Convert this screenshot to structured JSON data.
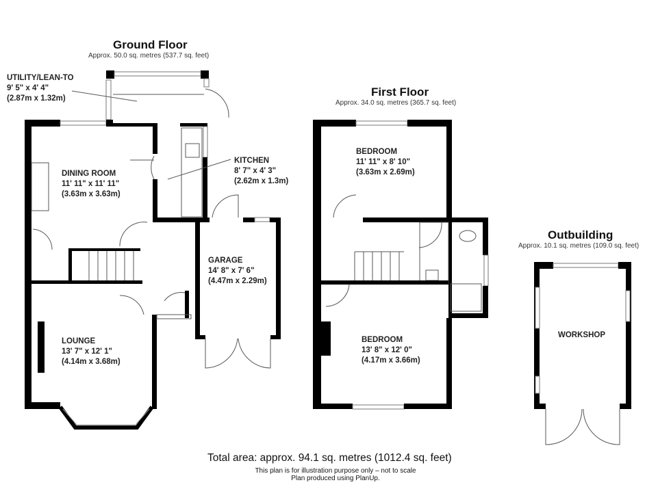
{
  "ground_floor": {
    "title": "Ground Floor",
    "area": "Approx. 50.0 sq. metres (537.7 sq. feet)",
    "rooms": [
      {
        "name": "UTILITY/LEAN-TO",
        "imperial": "9' 5\" x 4' 4\"",
        "metric": "(2.87m x 1.32m)"
      },
      {
        "name": "DINING ROOM",
        "imperial": "11' 11\" x 11' 11\"",
        "metric": "(3.63m x 3.63m)"
      },
      {
        "name": "KITCHEN",
        "imperial": "8' 7\" x 4' 3\"",
        "metric": "(2.62m x 1.3m)"
      },
      {
        "name": "GARAGE",
        "imperial": "14' 8\" x 7' 6\"",
        "metric": "(4.47m x 2.29m)"
      },
      {
        "name": "LOUNGE",
        "imperial": "13' 7\" x 12' 1\"",
        "metric": "(4.14m x 3.68m)"
      }
    ]
  },
  "first_floor": {
    "title": "First Floor",
    "area": "Approx. 34.0 sq. metres (365.7 sq. feet)",
    "rooms": [
      {
        "name": "BEDROOM",
        "imperial": "11' 11\" x 8' 10\"",
        "metric": "(3.63m x 2.69m)"
      },
      {
        "name": "BEDROOM",
        "imperial": "13' 8\" x 12' 0\"",
        "metric": "(4.17m x 3.66m)"
      }
    ]
  },
  "outbuilding": {
    "title": "Outbuilding",
    "area": "Approx. 10.1 sq. metres (109.0 sq. feet)",
    "rooms": [
      {
        "name": "WORKSHOP"
      }
    ]
  },
  "footer": {
    "total": "Total area: approx. 94.1 sq. metres (1012.4 sq. feet)",
    "disclaimer": "This plan is for illustration purpose only – not to scale",
    "credit": "Plan produced using PlanUp."
  }
}
